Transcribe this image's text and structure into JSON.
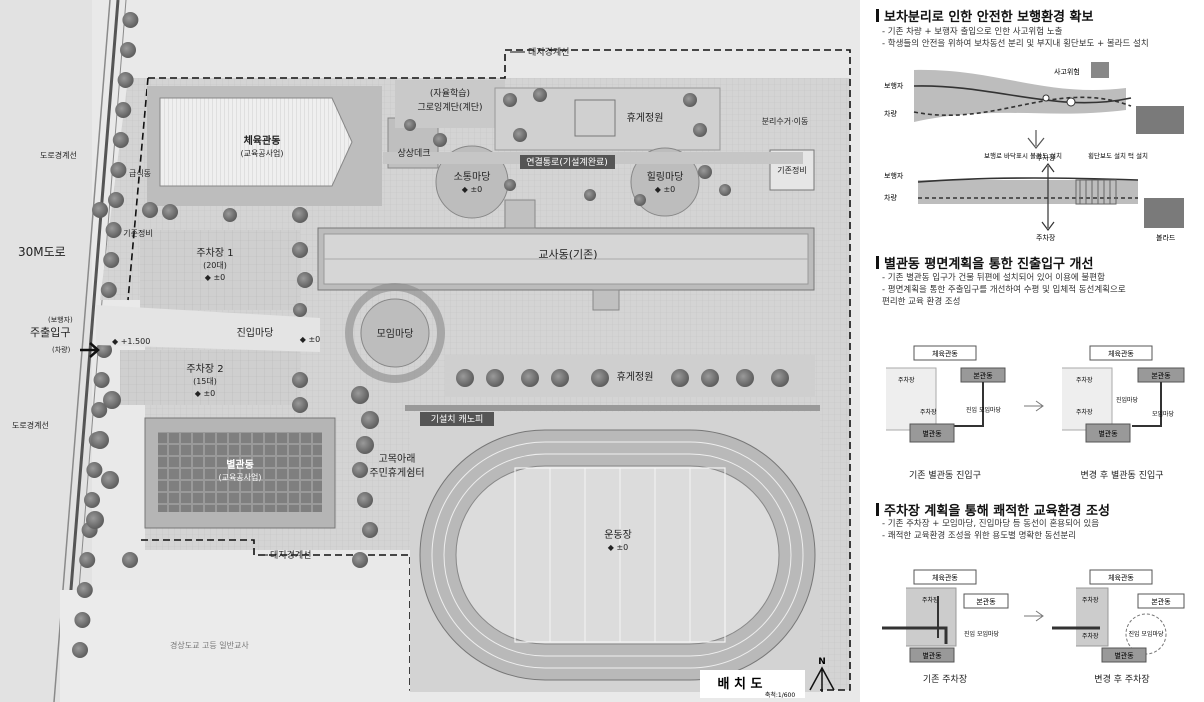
{
  "plan": {
    "buildings": {
      "gym": {
        "name": "체육관동",
        "sub": "(교육공사업)"
      },
      "main": {
        "name": "교사동(기존)"
      },
      "annex": {
        "name": "별관동",
        "sub": "(교육공사업)"
      },
      "cafeteria": {
        "name": "급식동"
      },
      "existing_gym": {
        "name": "기존정비"
      },
      "existing_left": {
        "name": "기존정비"
      },
      "learning": {
        "name": "(자율학습)",
        "sub": "그로잉계단(계단)"
      },
      "deck": {
        "name": "상상데크"
      }
    },
    "areas": {
      "parking1": {
        "name": "주차장 1",
        "count": "(20대)",
        "level": "◆ ±0"
      },
      "parking2": {
        "name": "주차장 2",
        "count": "(15대)",
        "level": "◆ ±0"
      },
      "entry_plaza": {
        "name": "진입마당",
        "level": "◆ ±0"
      },
      "gather_plaza": {
        "name": "모임마당"
      },
      "commune_plaza": {
        "name": "소통마당",
        "level": "◆ ±0"
      },
      "healing_plaza": {
        "name": "힐링마당",
        "level": "◆ ±0"
      },
      "rest_garden1": {
        "name": "휴게정원"
      },
      "rest_garden2": {
        "name": "휴게정원"
      },
      "playground": {
        "name": "운동장",
        "level": "◆ ±0"
      },
      "community": {
        "name": "고목아래",
        "sub": "주민휴게쉼터"
      },
      "corridor": {
        "name": "연결통로(기설계완료)"
      },
      "canopy": {
        "name": "기설치 캐노피"
      },
      "sorting": {
        "name": "분리수거·이동"
      }
    },
    "labels": {
      "site_boundary_top": "대지경계선",
      "site_boundary_bottom": "대지경계선",
      "road_boundary_top": "도로경계선",
      "road_boundary_bottom": "도로경계선",
      "road": "30M도로",
      "entrance_ped": "(보행자)",
      "entrance": "주출입구",
      "entrance_car": "(차량)",
      "entrance_level": "◆ +1.500",
      "neighbor": "경상도교 고등 일반교사",
      "plan_title": "배 치 도",
      "scale": "축척:1/600",
      "north": "N"
    }
  },
  "panel": {
    "section1": {
      "title": "보차분리로 인한 안전한 보행환경 확보",
      "bullets": [
        "- 기존 차량 + 보행자 출입으로 인한 사고위험 노출",
        "- 학생들의 안전을 위하여 보차동선 분리 및 부지내 횡단보도 + 볼라드 설치"
      ],
      "diagram": {
        "ped": "보행자",
        "car": "차량",
        "risk": "사고위험",
        "ped2": "보행자",
        "car2": "차량",
        "guide": "보행로 바닥표시\n볼라드 설치",
        "crosswalk": "횡단보도 설치\n턱 설치",
        "parking_top": "주차장",
        "parking_bottom": "주차장",
        "bollard": "볼라드"
      }
    },
    "section2": {
      "title": "별관동 평면계획을 통한 진출입구 개선",
      "bullets": [
        "- 기존 별관동 입구가 건물 뒤편에 설치되어 있어 이용에 불편함",
        "- 평면계획을 통한 주출입구를 개선하여 수평 및 입체적 동선계획으로",
        "  편리한 교육 환경 조성"
      ],
      "left": {
        "gym": "체육관동",
        "main": "본관동",
        "parking": "주차장",
        "parking2": "주차장",
        "entry": "진입 모임마당",
        "annex": "별관동"
      },
      "right": {
        "gym": "체육관동",
        "main": "본관동",
        "parking": "주차장",
        "parking2": "주차장",
        "entry": "진입마당",
        "gather": "모임마당",
        "annex": "별관동"
      },
      "caption_left": "기존 별관동 진입구",
      "caption_right": "변경 후 별관동 진입구"
    },
    "section3": {
      "title": "주차장 계획을 통해 쾌적한 교육환경 조성",
      "bullets": [
        "- 기존 주차장 + 모임마당, 진입마당 등 동선이 혼용되어 있음",
        "- 쾌적한 교육환경 조성을 위한 용도별 명확한 동선분리"
      ],
      "left": {
        "gym": "체육관동",
        "main": "본관동",
        "parking": "주차장",
        "entry": "진입 모임마당",
        "annex": "별관동"
      },
      "right": {
        "gym": "체육관동",
        "main": "본관동",
        "parking": "주차장",
        "parking2": "주차장",
        "entry": "진입 모임마당",
        "annex": "별관동"
      },
      "caption_left": "기존 주차장",
      "caption_right": "변경 후 주차장"
    }
  },
  "colors": {
    "paving": "#d9d9d9",
    "building": "#ececec",
    "tree": "#7a7a7a",
    "track": "#b8b8b8",
    "field": "#cfcfcf"
  }
}
